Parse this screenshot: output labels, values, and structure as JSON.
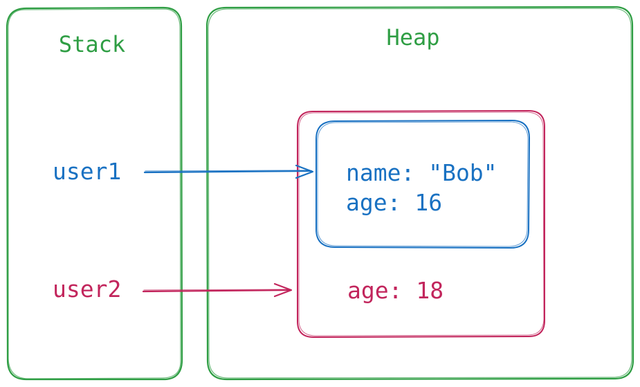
{
  "stack": {
    "title": "Stack",
    "variables": [
      "user1",
      "user2"
    ]
  },
  "heap": {
    "title": "Heap",
    "inner_object": {
      "lines": [
        "name: \"Bob\"",
        "age: 16"
      ]
    },
    "outer_object": {
      "lines": [
        "age: 18"
      ]
    }
  },
  "colors": {
    "region_border": "#2f9e44",
    "region_text": "#2f9e44",
    "user1": "#1971c2",
    "user2": "#c2255c"
  }
}
